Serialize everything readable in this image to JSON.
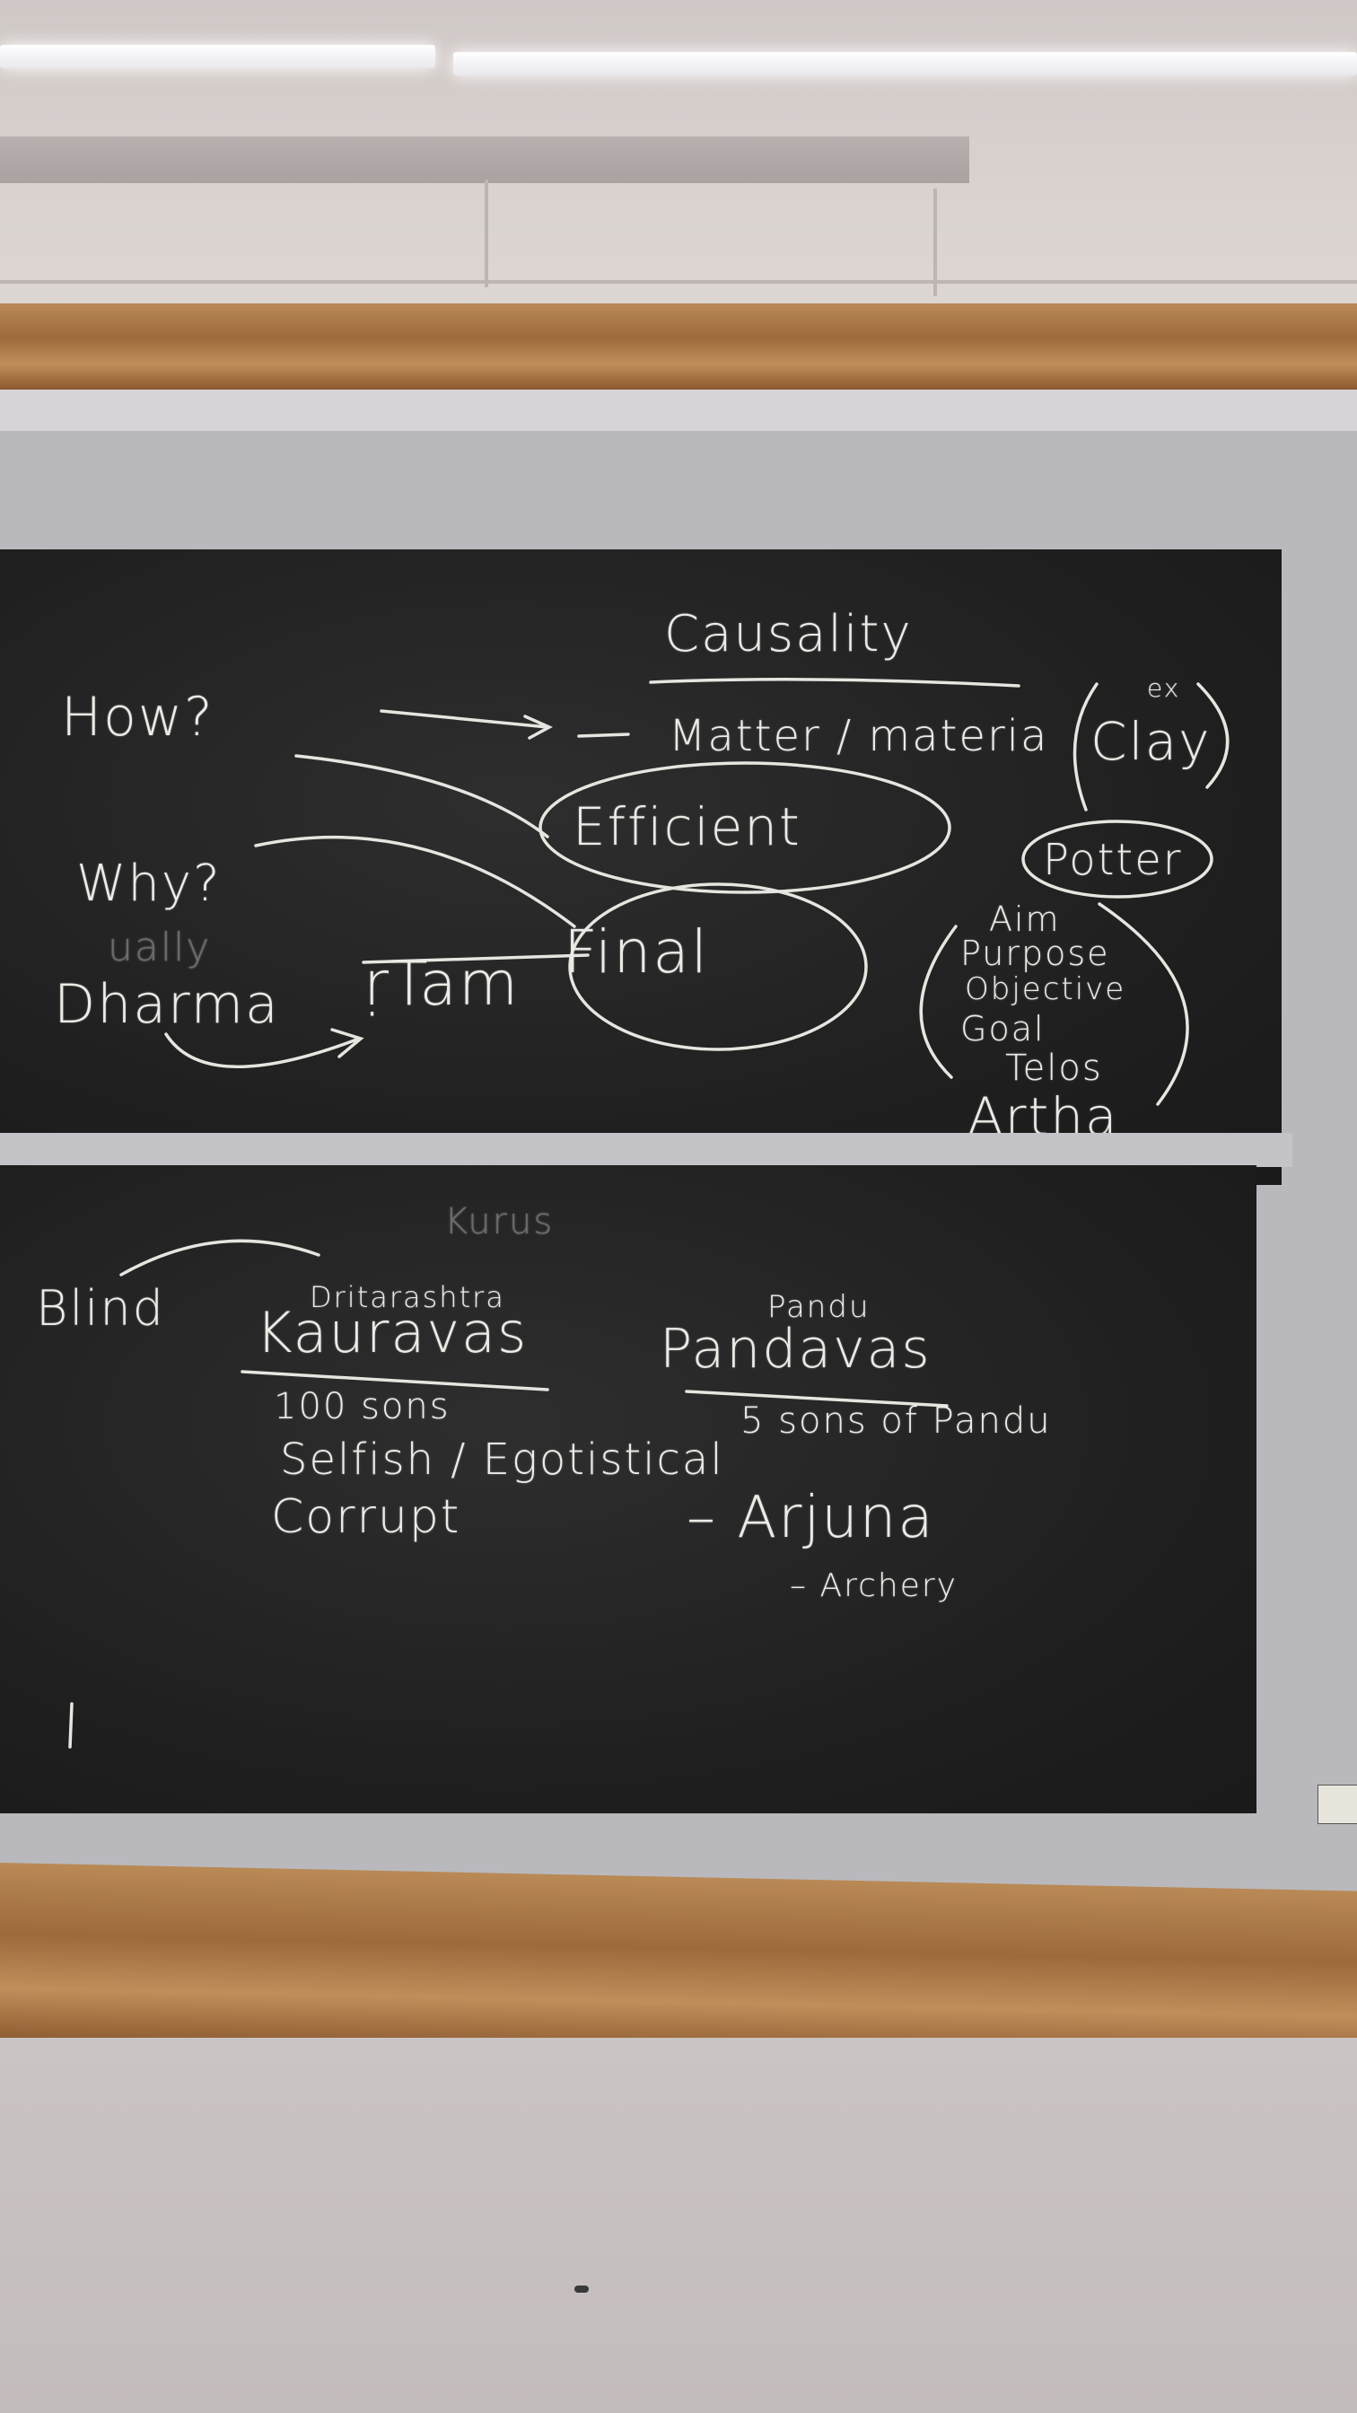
{
  "board_top": {
    "title": "Causality",
    "how": "How?",
    "why": "Why?",
    "dharma": "Dharma",
    "rtam": "ṛTam",
    "matter": "Matter / materia",
    "clay_ex": "ex",
    "clay": "Clay",
    "efficient": "Efficient",
    "potter": "Potter",
    "final": "Final",
    "aim": "Aim",
    "purpose": "Purpose",
    "objective": "Objective",
    "goal": "Goal",
    "telos": "Telos",
    "artha": "Artha"
  },
  "board_bottom": {
    "kurus": "Kurus",
    "blind": "Blind",
    "dritarashtra": "Dritarashtra",
    "kauravas": "Kauravas",
    "hundred_sons": "100 sons",
    "selfish": "Selfish / Egotistical",
    "corrupt": "Corrupt",
    "pandu": "Pandu",
    "pandavas": "Pandavas",
    "five_sons": "5 sons of Pandu",
    "arjuna": "– Arjuna",
    "archery": "– Archery"
  },
  "colors": {
    "chalk": "#ecebe6",
    "board": "#262626",
    "molding": "#a8763f",
    "wall": "#c7c0c0"
  }
}
